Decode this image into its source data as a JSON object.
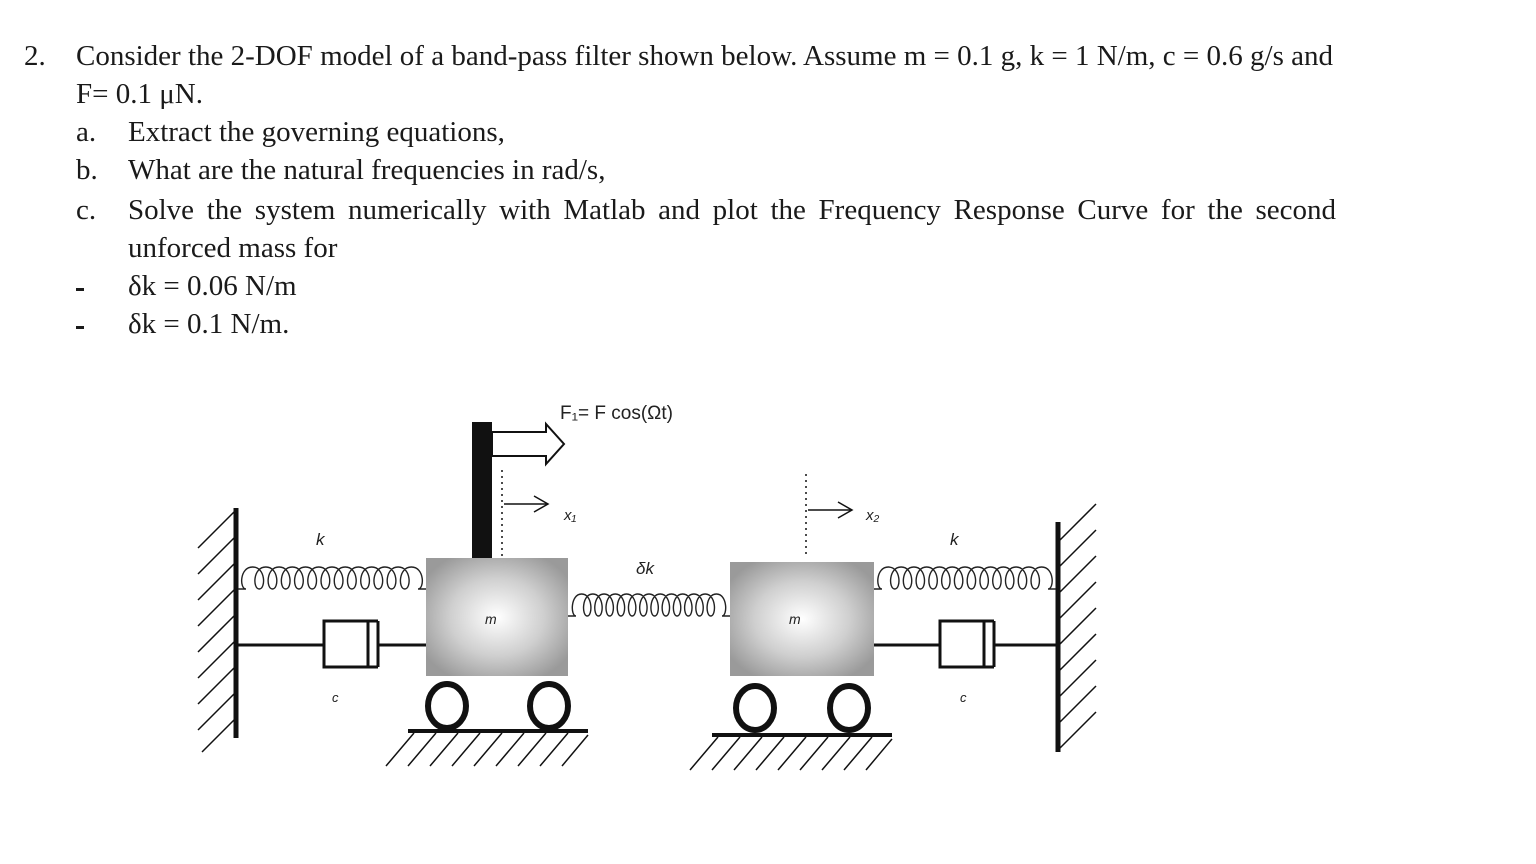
{
  "problem": {
    "number": "2.",
    "statement_line1": "Consider the 2-DOF model of a band-pass filter shown below. Assume m = 0.1 g, k = 1 N/m, c = 0.6 g/s and",
    "statement_line2": "F= 0.1 μN.",
    "parts": [
      {
        "label": "a.",
        "text": "Extract the governing equations,"
      },
      {
        "label": "b.",
        "text": "What are the natural frequencies in rad/s,"
      },
      {
        "label": "c.",
        "text": "Solve the system numerically with Matlab and plot the Frequency Response Curve for the second",
        "text2": "unforced mass for"
      }
    ],
    "cases": [
      {
        "marker": "-",
        "text": "δk = 0.06 N/m"
      },
      {
        "marker": "-",
        "text": "δk = 0.1 N/m."
      }
    ]
  },
  "diagram": {
    "force_label": "F₁= F cos(Ωt)",
    "x1_label": "x₁",
    "x2_label": "x₂",
    "left_spring_label": "k",
    "right_spring_label": "k",
    "coupling_spring_label": "δk",
    "left_damper_label": "c",
    "right_damper_label": "c",
    "mass1_label": "m",
    "mass2_label": "m"
  }
}
